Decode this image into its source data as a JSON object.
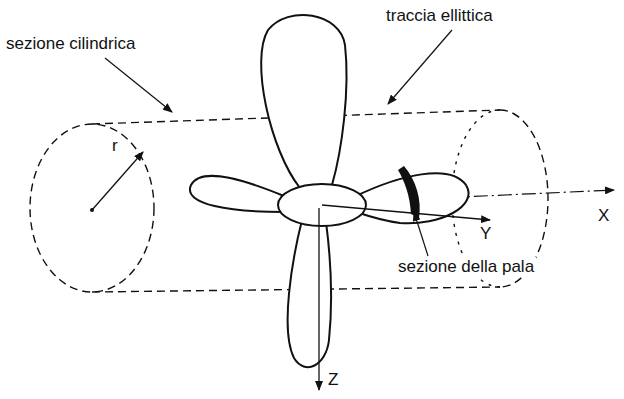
{
  "diagram": {
    "labels": [
      "sezione cilindrica",
      "traccia ellittica",
      "r",
      "X",
      "Y",
      "sezione della pala",
      "Z"
    ]
  }
}
